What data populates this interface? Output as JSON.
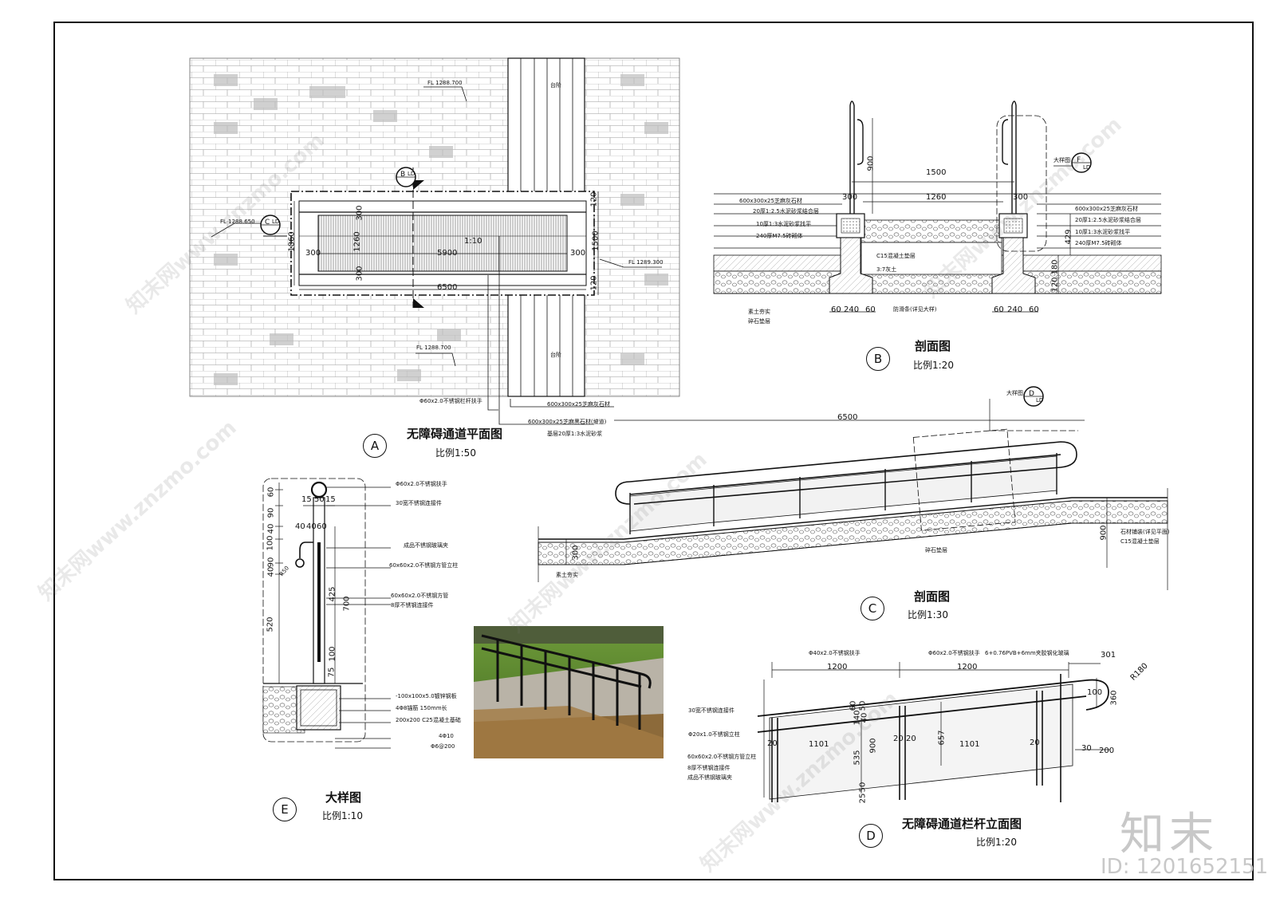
{
  "plan_A": {
    "circle": "A",
    "title": "无障碍通道平面图",
    "scale": "比例1:50",
    "elevations": [
      "FL 1288.700",
      "FL 1288.650",
      "FL 1289.300",
      "FL 1288.700"
    ],
    "slope": "1:10",
    "dims": {
      "w_inner": "5900",
      "w_outer": "6500",
      "h_outer": "1860",
      "h_inner": "1260",
      "h_right": "1500",
      "top": "300",
      "bottom": "300",
      "left": "300",
      "right": "300",
      "r1": "120",
      "r2": "120"
    },
    "callout_B": "B",
    "callout_B_sheet": "LD",
    "callout_C": "C",
    "callout_C_sheet": "LD",
    "step_marks": [
      "台阶",
      "台阶"
    ],
    "notes": [
      "Φ60x2.0不锈钢栏杆扶手",
      "600x300x25芝麻灰石材",
      "600x300x25芝麻黑石材(坡道)",
      "基层20厚1:3水泥砂浆"
    ]
  },
  "section_B": {
    "circle": "B",
    "title": "剖面图",
    "scale": "比例1:20",
    "dims": {
      "clear": "1500",
      "inner": "1260",
      "h": "900",
      "edge_l": "300",
      "edge_r": "300",
      "thick": "429",
      "base": "120",
      "base2": "180",
      "foot_l": [
        "60",
        "240",
        "60"
      ],
      "foot_r": [
        "60",
        "240",
        "60"
      ]
    },
    "detail_ref": "F",
    "detail_ref_sheet": "LD",
    "detail_ref_text": "大样图",
    "layers_left": [
      "600x300x25芝麻灰石材",
      "20厚1:2.5水泥砂浆结合层",
      "10厚1:3水泥砂浆找平",
      "240厚M7.5砖砌体"
    ],
    "layers_right": [
      "600x300x25芝麻灰石材",
      "20厚1:2.5水泥砂浆结合层",
      "10厚1:3水泥砂浆找平",
      "240厚M7.5砖砌体"
    ],
    "bottom_notes": [
      "素土夯实",
      "碎石垫层",
      "C15混凝土垫层",
      "3:7灰土",
      "防滑条(详见大样)"
    ]
  },
  "section_C": {
    "circle": "C",
    "title": "剖面图",
    "scale": "比例1:30",
    "length": "6500",
    "detail_ref": "D",
    "detail_ref_sheet": "LD",
    "detail_ref_text": "大样图",
    "dims": {
      "rail_h": "900",
      "slab": "300"
    },
    "notes": [
      "石材铺装(详见平面)",
      "C15混凝土垫层",
      "碎石垫层",
      "素土夯实"
    ]
  },
  "detail_D": {
    "circle": "D",
    "title": "无障碍通道栏杆立面图",
    "scale": "比例1:20",
    "dims": {
      "span1": "1200",
      "span2": "1200",
      "end": "301",
      "radius": "R180",
      "r_h": "360",
      "post1": "1101",
      "post2": "1101",
      "left20": "20",
      "mid20a": "20",
      "mid20b": "20",
      "right20": "20",
      "gap200": "200",
      "gap30": "30",
      "gap100": "100",
      "h_glass": "657",
      "h900": "900",
      "h535": "535",
      "h140": "140",
      "h50a": "50",
      "h60": "60",
      "h40": "40",
      "h50b": "50",
      "h25": "25"
    },
    "notes_top": [
      "Φ40x2.0不锈钢扶手",
      "Φ60x2.0不锈钢扶手",
      "6+0.76PVB+6mm夹胶钢化玻璃"
    ],
    "notes_left": [
      "30宽不锈钢连接件",
      "Φ20x1.0不锈钢立柱",
      "60x60x2.0不锈钢方管立柱",
      "8厚不锈钢连接件",
      "成品不锈钢玻璃夹"
    ]
  },
  "detail_E": {
    "circle": "E",
    "title": "大样图",
    "scale": "比例1:10",
    "dims": {
      "d60": "60",
      "d90a": "90",
      "d40": "40",
      "d100": "100",
      "d90b": "90",
      "d40b": "40",
      "d520": "520",
      "w15a": "15",
      "w50": "50",
      "w15b": "15",
      "w40a": "40",
      "w40b": "40",
      "w60": "60",
      "h425": "425",
      "h700": "700",
      "h100": "100",
      "h75": "75",
      "r50": "R50"
    },
    "notes": [
      "Φ60x2.0不锈钢扶手",
      "30宽不锈钢连接件",
      "成品不锈钢玻璃夹",
      "60x60x2.0不锈钢方管立柱",
      "60x60x2.0不锈钢方管",
      "8厚不锈钢连接件",
      "-100x100x5.0镀锌钢板",
      "4Φ8锚筋 150mm长",
      "200x200 C25混凝土基础",
      "4Φ10",
      "Φ6@200"
    ]
  },
  "watermark": {
    "text": "知末网www.znzmo.com",
    "brand": "知末",
    "id": "ID: 1201652151"
  }
}
